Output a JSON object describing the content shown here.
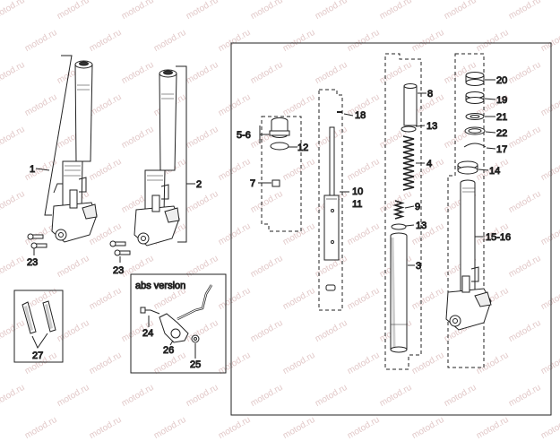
{
  "watermark": "motod.ru",
  "inset_title": "abs version",
  "labels": {
    "p1": "1",
    "p2": "2",
    "p3": "3",
    "p4": "4",
    "p56": "5-6",
    "p7": "7",
    "p8": "8",
    "p9": "9",
    "p1011a": "10",
    "p1011b": "11",
    "p12": "12",
    "p13a": "13",
    "p13b": "13",
    "p14": "14",
    "p1516": "15-16",
    "p17": "17",
    "p18": "18",
    "p19": "19",
    "p20": "20",
    "p21": "21",
    "p22": "22",
    "p23a": "23",
    "p23b": "23",
    "p24": "24",
    "p25": "25",
    "p26": "26",
    "p27": "27"
  },
  "colors": {
    "line": "#222222",
    "fill": "#ffffff",
    "shade": "#d9d9d9",
    "watermark": "#e2c9c9"
  }
}
